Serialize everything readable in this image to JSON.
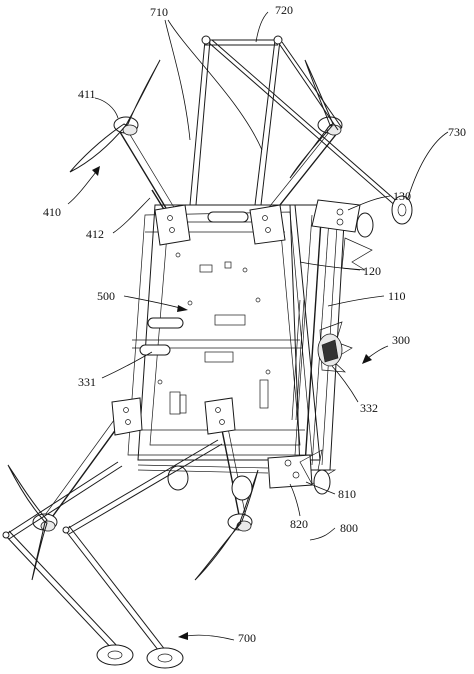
{
  "figure": {
    "labels": {
      "l710": "710",
      "l720": "720",
      "l411": "411",
      "l730": "730",
      "l410": "410",
      "l130": "130",
      "l412": "412",
      "l120": "120",
      "l500": "500",
      "l110": "110",
      "l300": "300",
      "l331": "331",
      "l332": "332",
      "l810": "810",
      "l820": "820",
      "l800": "800",
      "l700": "700"
    }
  }
}
